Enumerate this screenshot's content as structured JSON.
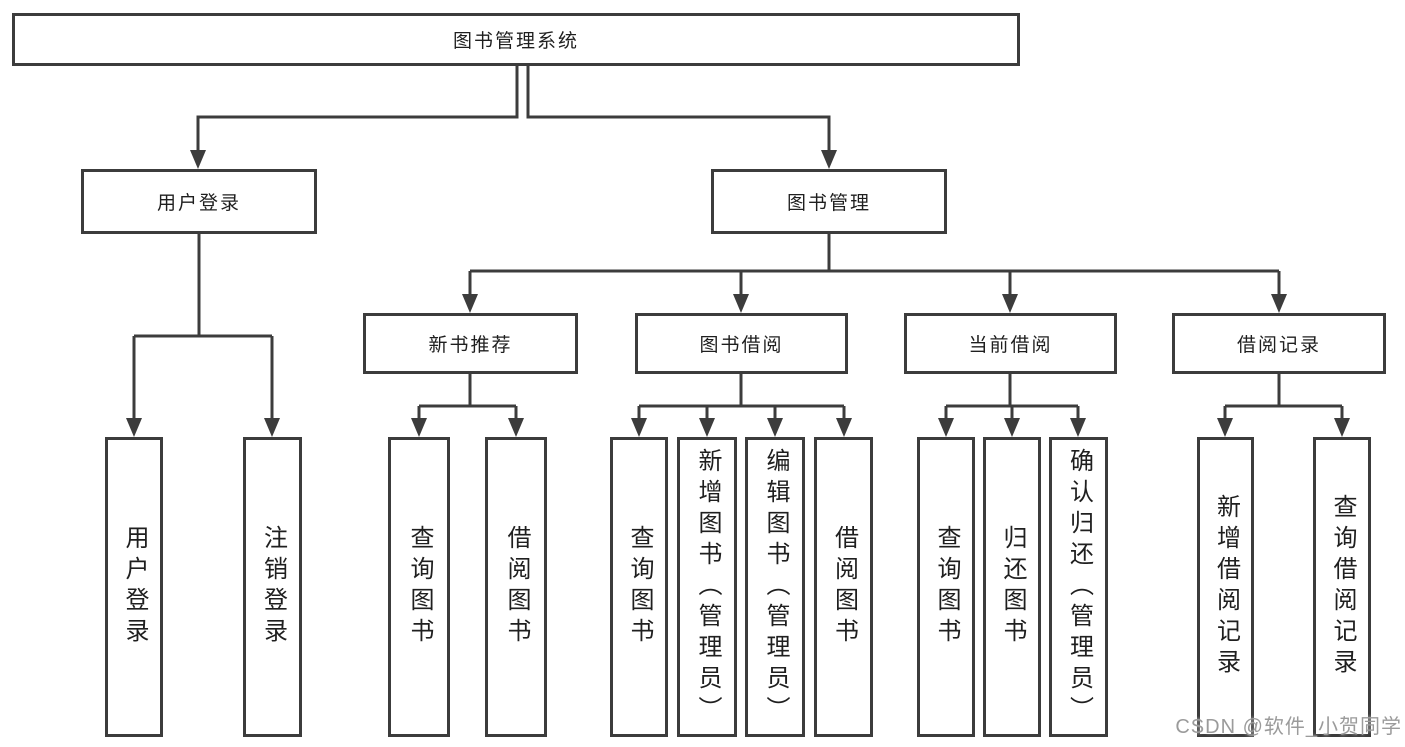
{
  "colors": {
    "line": "#3c3c3c",
    "text": "#1f1f1f",
    "background": "#ffffff",
    "watermark": "#9b9b9b"
  },
  "watermark": "CSDN @软件_小贺同学",
  "tree": {
    "root": "图书管理系统",
    "user_login": {
      "label": "用户登录",
      "children": [
        "用户登录",
        "注销登录"
      ]
    },
    "book_mgmt": {
      "label": "图书管理",
      "children": [
        {
          "label": "新书推荐",
          "children": [
            "查询图书",
            "借阅图书"
          ]
        },
        {
          "label": "图书借阅",
          "children": [
            "查询图书",
            "新增图书（管理员）",
            "编辑图书（管理员）",
            "借阅图书"
          ]
        },
        {
          "label": "当前借阅",
          "children": [
            "查询图书",
            "归还图书",
            "确认归还（管理员）"
          ]
        },
        {
          "label": "借阅记录",
          "children": [
            "新增借阅记录",
            "查询借阅记录"
          ]
        }
      ]
    }
  }
}
